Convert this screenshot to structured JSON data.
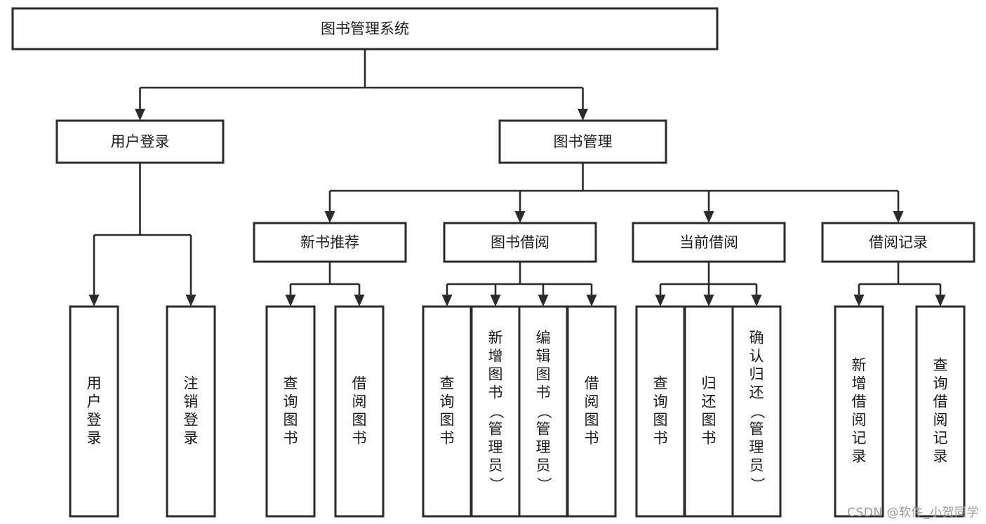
{
  "diagram": {
    "title": "图书管理系统",
    "type": "tree-hierarchy-chart",
    "colors": {
      "box_stroke": "#2b2b2b",
      "box_fill": "#ffffff",
      "connector": "#2b2b2b",
      "text": "#1c1c1c",
      "watermark": "#9a9a9a",
      "background": "#ffffff"
    },
    "root": {
      "label": "图书管理系统",
      "orientation": "horizontal"
    },
    "level1": [
      {
        "label": "用户登录",
        "orientation": "horizontal"
      },
      {
        "label": "图书管理",
        "orientation": "horizontal"
      }
    ],
    "level2": [
      {
        "label": "新书推荐",
        "orientation": "horizontal"
      },
      {
        "label": "图书借阅",
        "orientation": "horizontal"
      },
      {
        "label": "当前借阅",
        "orientation": "horizontal"
      },
      {
        "label": "借阅记录",
        "orientation": "horizontal"
      }
    ],
    "leaves": {
      "user_login": [
        {
          "label": "用户登录",
          "orientation": "vertical"
        },
        {
          "label": "注销登录",
          "orientation": "vertical"
        }
      ],
      "new_book_recommend": [
        {
          "label": "查询图书",
          "orientation": "vertical"
        },
        {
          "label": "借阅图书",
          "orientation": "vertical"
        }
      ],
      "book_borrow": [
        {
          "label": "查询图书",
          "orientation": "vertical"
        },
        {
          "label": "新增图书（管理员）",
          "orientation": "vertical"
        },
        {
          "label": "编辑图书（管理员）",
          "orientation": "vertical"
        },
        {
          "label": "借阅图书",
          "orientation": "vertical"
        }
      ],
      "current_borrow": [
        {
          "label": "查询图书",
          "orientation": "vertical"
        },
        {
          "label": "归还图书",
          "orientation": "vertical"
        },
        {
          "label": "确认归还（管理员）",
          "orientation": "vertical"
        }
      ],
      "borrow_record": [
        {
          "label": "新增借阅记录",
          "orientation": "vertical"
        },
        {
          "label": "查询借阅记录",
          "orientation": "vertical"
        }
      ]
    },
    "watermark": "CSDN @软件_小贺同学"
  },
  "chart_data": {
    "type": "table",
    "title": "图书管理系统",
    "nodes": [
      {
        "id": "root",
        "label": "图书管理系统",
        "level": 0,
        "parent": null
      },
      {
        "id": "n-user-login",
        "label": "用户登录",
        "level": 1,
        "parent": "root"
      },
      {
        "id": "n-book-manage",
        "label": "图书管理",
        "level": 1,
        "parent": "root"
      },
      {
        "id": "n-new-book",
        "label": "新书推荐",
        "level": 2,
        "parent": "n-book-manage"
      },
      {
        "id": "n-book-borrow",
        "label": "图书借阅",
        "level": 2,
        "parent": "n-book-manage"
      },
      {
        "id": "n-current-borrow",
        "label": "当前借阅",
        "level": 2,
        "parent": "n-book-manage"
      },
      {
        "id": "n-borrow-record",
        "label": "借阅记录",
        "level": 2,
        "parent": "n-book-manage"
      },
      {
        "id": "l-login-1",
        "label": "用户登录",
        "level": 2,
        "parent": "n-user-login"
      },
      {
        "id": "l-login-2",
        "label": "注销登录",
        "level": 2,
        "parent": "n-user-login"
      },
      {
        "id": "l-new-1",
        "label": "查询图书",
        "level": 3,
        "parent": "n-new-book"
      },
      {
        "id": "l-new-2",
        "label": "借阅图书",
        "level": 3,
        "parent": "n-new-book"
      },
      {
        "id": "l-borrow-1",
        "label": "查询图书",
        "level": 3,
        "parent": "n-book-borrow"
      },
      {
        "id": "l-borrow-2",
        "label": "新增图书（管理员）",
        "level": 3,
        "parent": "n-book-borrow"
      },
      {
        "id": "l-borrow-3",
        "label": "编辑图书（管理员）",
        "level": 3,
        "parent": "n-book-borrow"
      },
      {
        "id": "l-borrow-4",
        "label": "借阅图书",
        "level": 3,
        "parent": "n-book-borrow"
      },
      {
        "id": "l-cur-1",
        "label": "查询图书",
        "level": 3,
        "parent": "n-current-borrow"
      },
      {
        "id": "l-cur-2",
        "label": "归还图书",
        "level": 3,
        "parent": "n-current-borrow"
      },
      {
        "id": "l-cur-3",
        "label": "确认归还（管理员）",
        "level": 3,
        "parent": "n-current-borrow"
      },
      {
        "id": "l-rec-1",
        "label": "新增借阅记录",
        "level": 3,
        "parent": "n-borrow-record"
      },
      {
        "id": "l-rec-2",
        "label": "查询借阅记录",
        "level": 3,
        "parent": "n-borrow-record"
      }
    ]
  }
}
